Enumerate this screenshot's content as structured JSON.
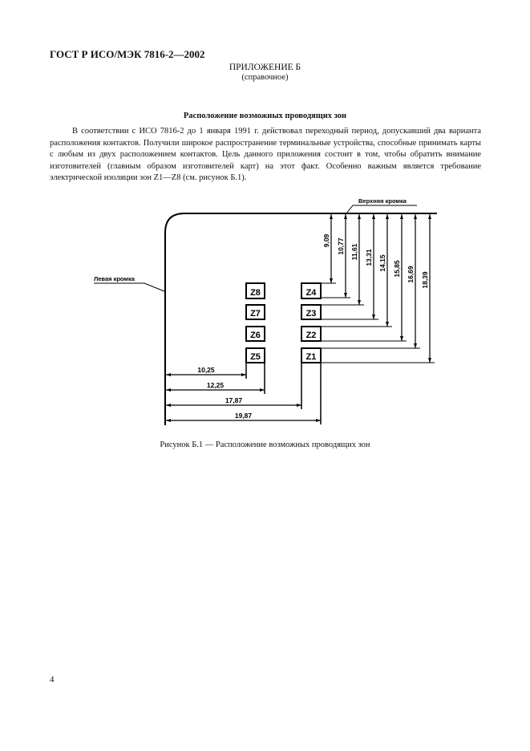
{
  "header": {
    "standard": "ГОСТ Р ИСО/МЭК 7816-2—2002"
  },
  "appendix": {
    "title": "ПРИЛОЖЕНИЕ Б",
    "subtitle": "(справочное)"
  },
  "section_title": "Расположение возможных проводящих зон",
  "paragraph": "В соответствии с ИСО 7816-2 до 1 января 1991 г. действовал переходный период, допускавший два варианта расположения контактов. Получили широкое распространение терминальные устройства, способные принимать карты с любым из двух расположением контактов. Цель данного приложения состоит в том, чтобы обратить внимание изготовителей (главным образом изготовителей карт) на этот факт. Особенно важным является требование электрической изоляции зон Z1—Z8 (см. рисунок Б.1).",
  "figure": {
    "top_edge_label": "Верхняя кромка",
    "left_edge_label": "Левая кромка",
    "left_zones": [
      "Z8",
      "Z7",
      "Z6",
      "Z5"
    ],
    "right_zones": [
      "Z4",
      "Z3",
      "Z2",
      "Z1"
    ],
    "vertical_dims": [
      "9,09",
      "10,77",
      "11,61",
      "13,31",
      "14,15",
      "15,85",
      "16,69",
      "18,39"
    ],
    "horizontal_dims": [
      "10,25",
      "12,25",
      "17,87",
      "19,87"
    ]
  },
  "caption": "Рисунок Б.1 — Расположение возможных проводящих зон",
  "page_number": "4"
}
